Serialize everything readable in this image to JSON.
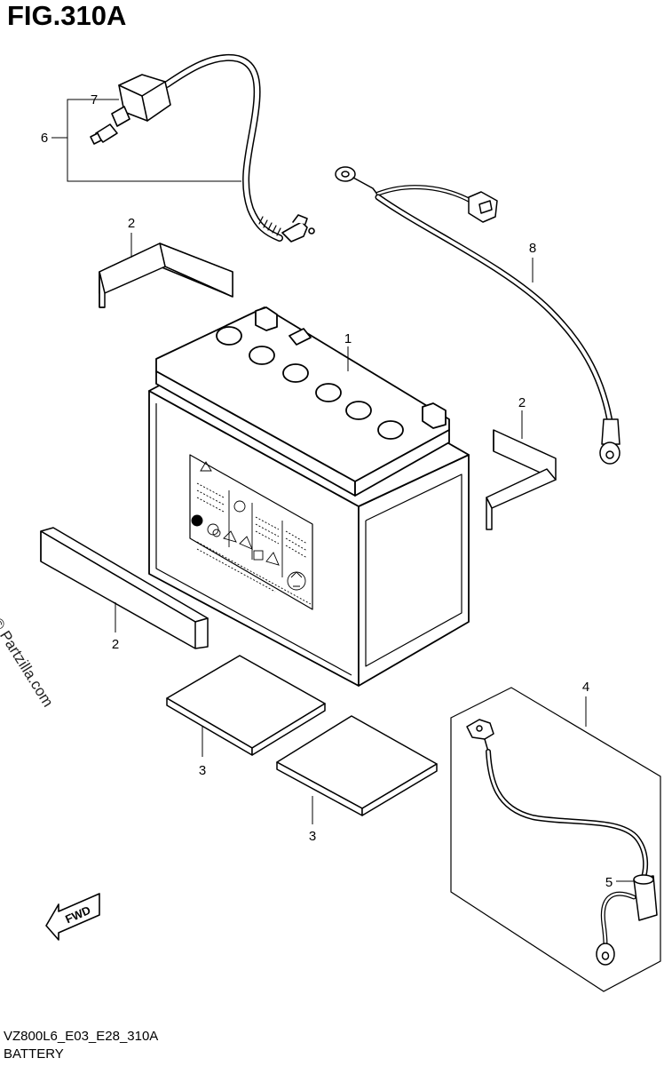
{
  "figure": {
    "title": "FIG.310A",
    "code": "VZ800L6_E03_E28_310A",
    "name": "BATTERY",
    "watermark": "© Partzilla.com",
    "fwd_label": "FWD"
  },
  "callouts": {
    "c1": "1",
    "c2a": "2",
    "c2b": "2",
    "c2c": "2",
    "c3a": "3",
    "c3b": "3",
    "c4": "4",
    "c5": "5",
    "c6": "6",
    "c7": "7",
    "c8": "8"
  }
}
